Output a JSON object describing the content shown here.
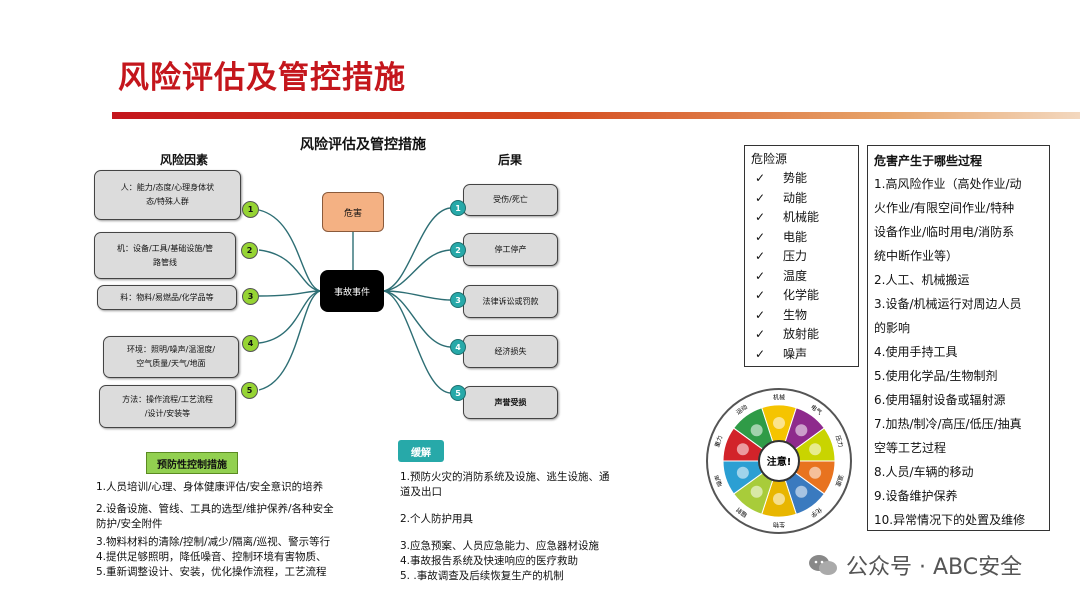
{
  "title": "风险评估及管控措施",
  "diagram": {
    "title": "风险评估及管控措施",
    "left_header": "风险因素",
    "right_header": "后果",
    "hazard": "危害",
    "center": "事故事件",
    "factors": [
      {
        "num": "1",
        "line1": "人：能力/态度/心理身体状",
        "line2": "态/特殊人群"
      },
      {
        "num": "2",
        "line1": "机：设备/工具/基础设施/管",
        "line2": "路管线"
      },
      {
        "num": "3",
        "line1": "料：物料/易燃品/化学品等",
        "line2": ""
      },
      {
        "num": "4",
        "line1": "环境：照明/噪声/温湿度/",
        "line2": "空气质量/天气/地面"
      },
      {
        "num": "5",
        "line1": "方法：操作流程/工艺流程",
        "line2": "/设计/安装等"
      }
    ],
    "consequences": [
      {
        "num": "1",
        "label": "受伤/死亡"
      },
      {
        "num": "2",
        "label": "停工停产"
      },
      {
        "num": "3",
        "label": "法律诉讼或罚款"
      },
      {
        "num": "4",
        "label": "经济损失"
      },
      {
        "num": "5",
        "label": "声誉受损"
      }
    ]
  },
  "prevention": {
    "label": "预防性控制措施",
    "items": [
      "1.人员培训/心理、身体健康评估/安全意识的培养",
      "2.设备设施、管线、工具的选型/维护保养/各种安全",
      "防护/安全附件",
      "3.物料材料的清除/控制/减少/隔离/巡视、警示等行",
      "4.提供足够照明，降低噪音、控制环境有害物质、",
      "5.重新调整设计、安装，优化操作流程，工艺流程"
    ]
  },
  "mitigation": {
    "label": "缓解",
    "items": [
      "1.预防火灾的消防系统及设施、逃生设施、通",
      "道及出口",
      "2.个人防护用具",
      "3.应急预案、人员应急能力、应急器材设施",
      "4.事故报告系统及快速响应的医疗救助",
      "5. .事故调查及后续恢复生产的机制"
    ]
  },
  "hazard_sources": {
    "title": "危险源",
    "check": "✓",
    "items": [
      "势能",
      "动能",
      "机械能",
      "电能",
      "压力",
      "温度",
      "化学能",
      "生物",
      "放射能",
      "噪声"
    ]
  },
  "processes": {
    "title": "危害产生于哪些过程",
    "lines": [
      "1.高风险作业（高处作业/动",
      "火作业/有限空间作业/特种",
      "设备作业/临时用电/消防系",
      "统中断作业等）",
      "2.人工、机械搬运",
      "3.设备/机械运行对周边人员",
      "的影响",
      "4.使用手持工具",
      "5.使用化学品/生物制剂",
      "6.使用辐射设备或辐射源",
      "7.加热/制冷/高压/低压/抽真",
      "空等工艺过程",
      "8.人员/车辆的移动",
      "9.设备维护保养",
      "10.异常情况下的处置及维修"
    ]
  },
  "wheel": {
    "center": "注意!",
    "labels": [
      "机械",
      "电气",
      "压力",
      "温度",
      "化学",
      "生物",
      "辐射",
      "噪声",
      "重力",
      "运动"
    ],
    "colors": [
      "#f5c400",
      "#8e2a8c",
      "#c9d400",
      "#e8731f",
      "#3a7abf",
      "#e8b600",
      "#a8cc3a",
      "#2b9fd3",
      "#d2232a",
      "#2f9b47"
    ]
  },
  "watermark": "公众号 · ABC安全"
}
